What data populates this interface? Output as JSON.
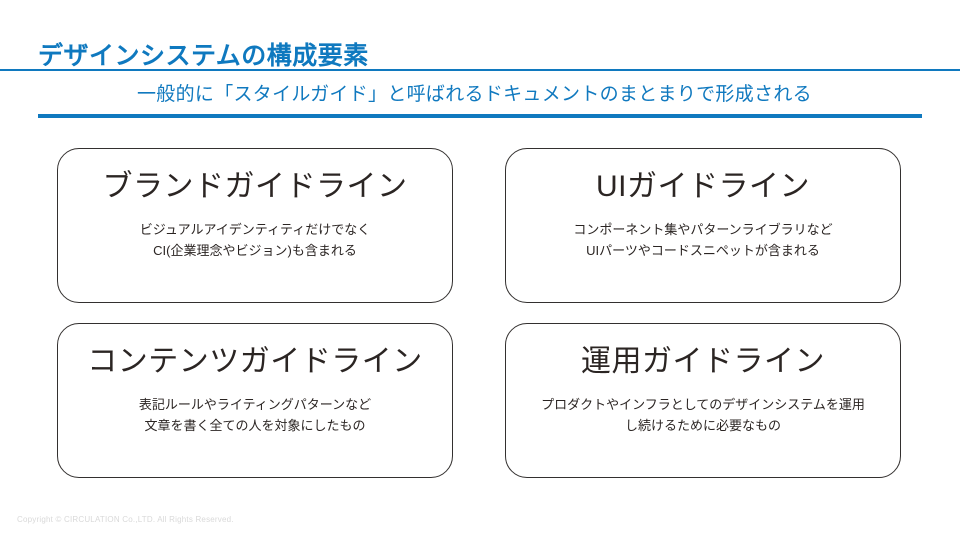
{
  "header": {
    "title": "デザインシステムの構成要素",
    "subtitle": "一般的に「スタイルガイド」と呼ばれるドキュメントのまとまりで形成される",
    "accent_color": "#1079bf"
  },
  "cards": [
    {
      "title": "ブランドガイドライン",
      "desc_line1": "ビジュアルアイデンティティだけでなく",
      "desc_line2": "CI(企業理念やビジョン)も含まれる"
    },
    {
      "title": "UIガイドライン",
      "desc_line1": "コンポーネント集やパターンライブラリなど",
      "desc_line2": "UIパーツやコードスニペットが含まれる"
    },
    {
      "title": "コンテンツガイドライン",
      "desc_line1": "表記ルールやライティングパターンなど",
      "desc_line2": "文章を書く全ての人を対象にしたもの"
    },
    {
      "title": "運用ガイドライン",
      "desc_line1": "プロダクトやインフラとしてのデザインシステムを運用",
      "desc_line2": "し続けるために必要なもの"
    }
  ],
  "footer": {
    "copyright": "Copyright © CIRCULATION Co.,LTD. All Rights Reserved.",
    "color": "#d9d9d9"
  }
}
